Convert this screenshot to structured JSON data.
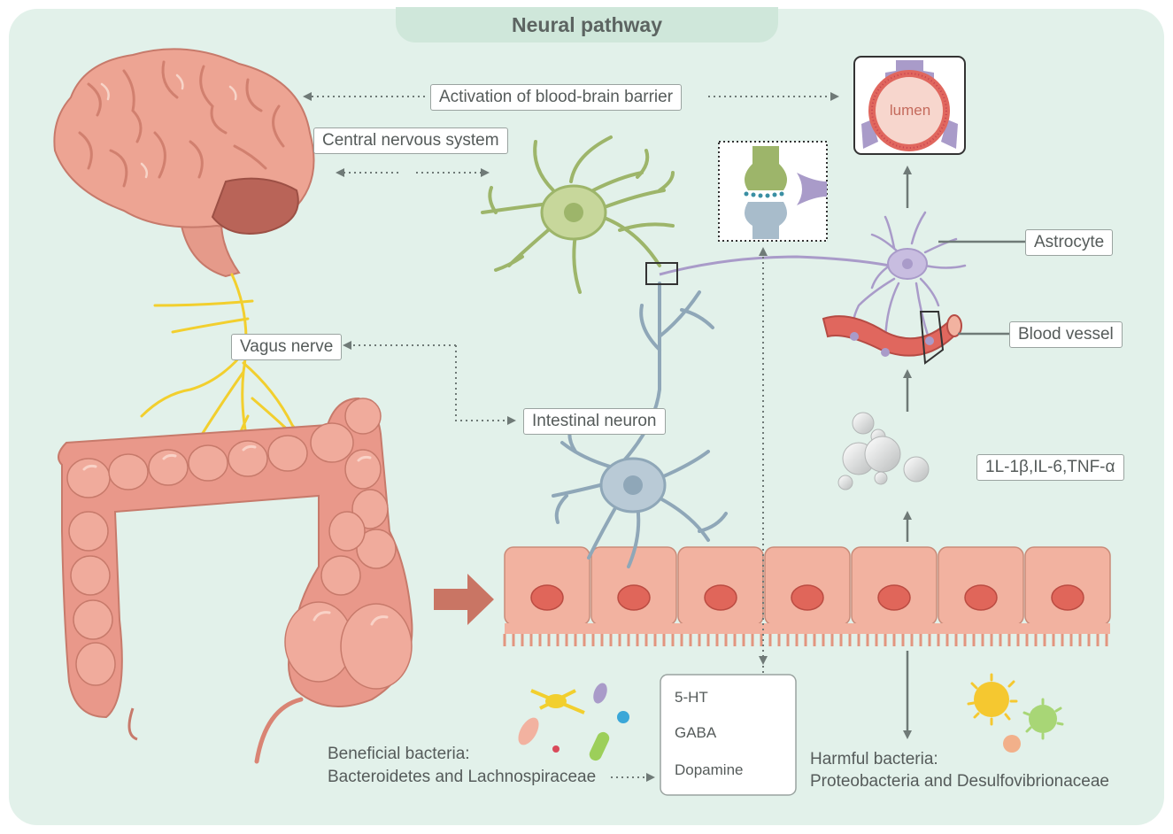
{
  "title": "Neural pathway",
  "labels": {
    "bbb": "Activation of blood-brain barrier",
    "cns": "Central nervous system",
    "vagus": "Vagus nerve",
    "intestinal_neuron": "Intestinal neuron",
    "astrocyte": "Astrocyte",
    "blood_vessel": "Blood vessel",
    "cytokines": "1L-1β,IL-6,TNF-α",
    "lumen": "lumen"
  },
  "neurotransmitters": [
    "5-HT",
    "GABA",
    "Dopamine"
  ],
  "beneficial": {
    "line1": "Beneficial bacteria:",
    "line2": "Bacteroidetes and Lachnospiraceae"
  },
  "harmful": {
    "line1": "Harmful bacteria:",
    "line2": "Proteobacteria and Desulfovibrionaceae"
  },
  "colors": {
    "panel": "#e2f1ea",
    "title_tab": "#cfe7da",
    "organ": "#e59a8a",
    "nerve": "#f2cf2e",
    "neuron_green": "#9db56a",
    "neuron_blue": "#8fa7b8",
    "astrocyte": "#a99bc9",
    "vessel": "#e0675e",
    "epithelium": "#f2b2a0",
    "nucleus": "#e0665a"
  }
}
